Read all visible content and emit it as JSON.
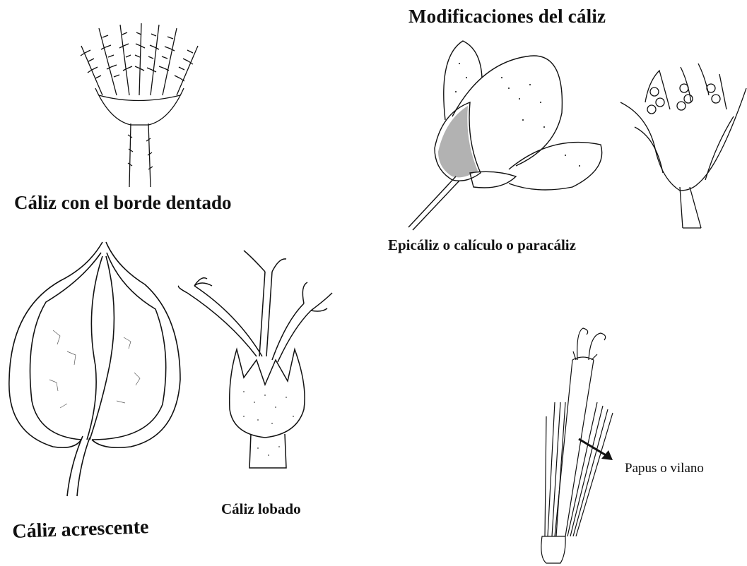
{
  "title": "Modificaciones del cáliz",
  "labels": {
    "dentado": "Cáliz con el borde dentado",
    "epicaliz": "Epicáliz o calículo o paracáliz",
    "lobado": "Cáliz  lobado",
    "acrescente": "Cáliz acrescente",
    "papus": "Papus o vilano"
  },
  "colors": {
    "ink": "#111111",
    "background": "#ffffff"
  }
}
